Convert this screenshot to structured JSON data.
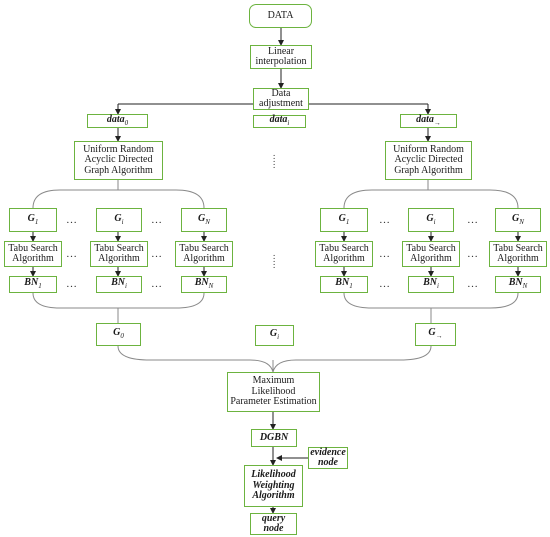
{
  "top": {
    "data": "DATA",
    "interp": "Linear\ninterpolation",
    "adjust": "Data\nadjustment"
  },
  "datasets": [
    {
      "base": "data",
      "sub": "0"
    },
    {
      "base": "data",
      "sub": "i"
    },
    {
      "base": "data",
      "sub": "→"
    }
  ],
  "uradg": "Uniform Random\nAcyclic Directed\nGraph Algorithm",
  "tabu": "Tabu Search\nAlgorithm",
  "g_cols": [
    {
      "g": "G",
      "g_sub": "1",
      "bn": "BN",
      "bn_sub": "1"
    },
    {
      "g": "G",
      "g_sub": "i",
      "bn": "BN",
      "bn_sub": "i"
    },
    {
      "g": "G",
      "g_sub": "N",
      "bn": "BN",
      "bn_sub": "N"
    }
  ],
  "merged": [
    {
      "base": "G",
      "sub": "0"
    },
    {
      "base": "G",
      "sub": "i"
    },
    {
      "base": "G",
      "sub": "→"
    }
  ],
  "mle": "Maximum Likelihood\nParameter Estimation",
  "dgbn": "DGBN",
  "evidence": "evidence\nnode",
  "lwa": "Likelihood\nWeighting\nAlgorithm",
  "query": "query\nnode",
  "ellipsis": "…",
  "colors": {
    "box_border": "#6cb33f",
    "line": "#777777",
    "arrow": "#222222"
  }
}
